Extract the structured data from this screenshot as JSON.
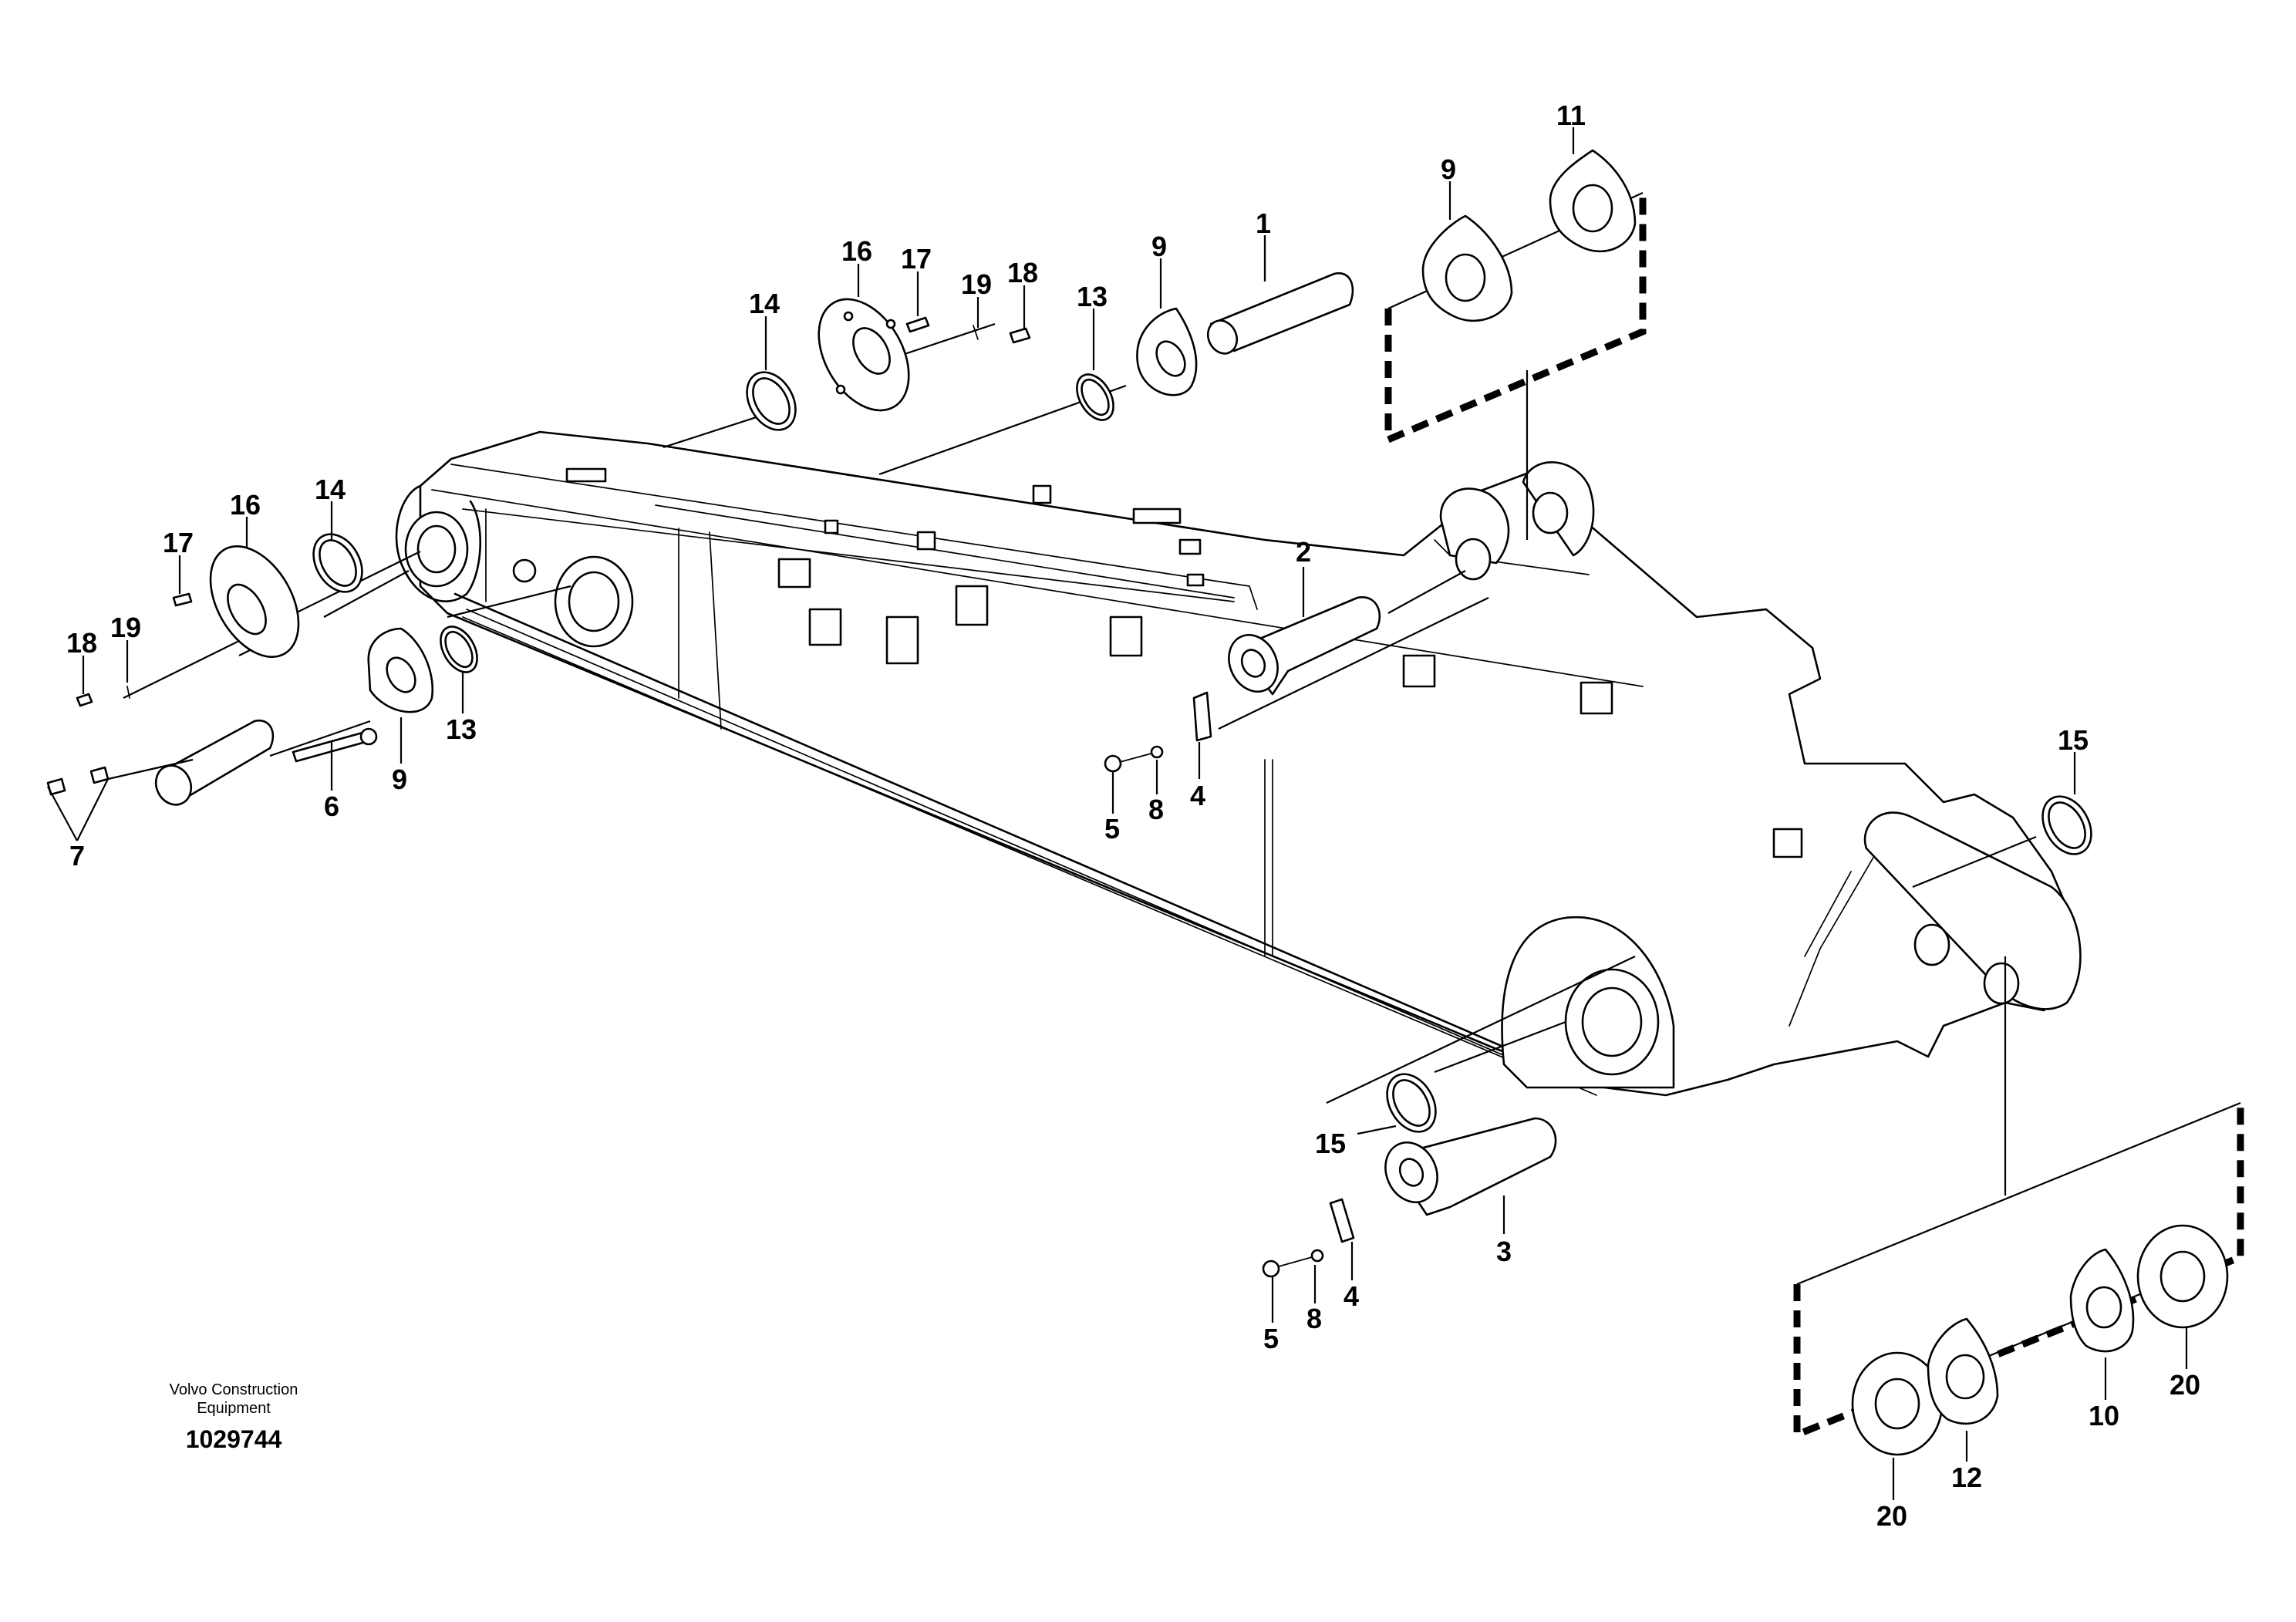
{
  "publisher": "Volvo Construction Equipment",
  "figure_number": "1029744",
  "callouts": [
    "1",
    "2",
    "3",
    "4",
    "4",
    "5",
    "5",
    "6",
    "7",
    "8",
    "8",
    "9",
    "9",
    "9",
    "10",
    "11",
    "12",
    "13",
    "13",
    "14",
    "14",
    "15",
    "15",
    "16",
    "16",
    "17",
    "17",
    "18",
    "18",
    "19",
    "19",
    "20",
    "20"
  ]
}
